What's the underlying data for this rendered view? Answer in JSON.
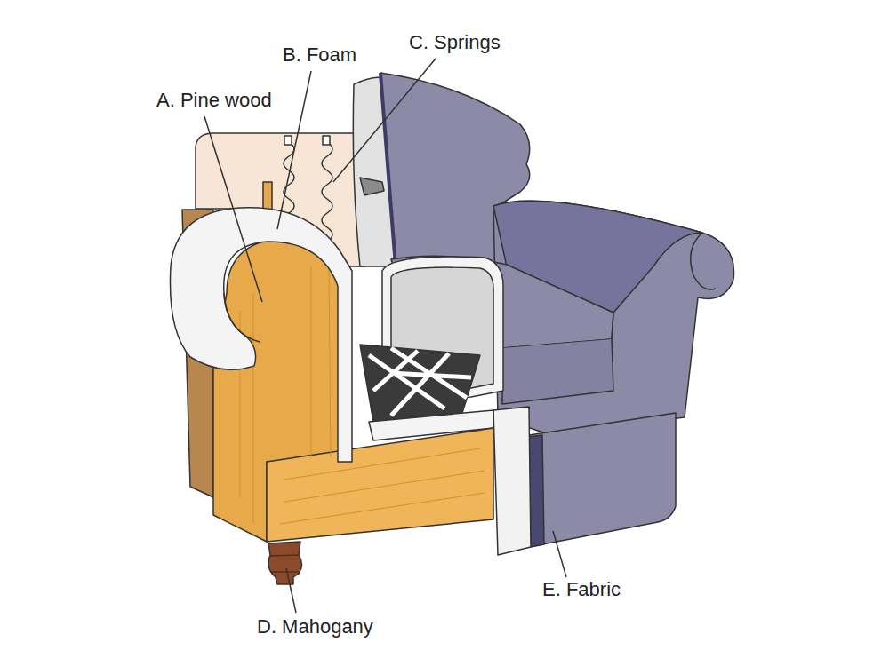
{
  "diagram": {
    "labels": [
      "A. Pine wood",
      "B. Foam",
      "C. Springs",
      "D. Mahogany",
      "E. Fabric"
    ]
  }
}
